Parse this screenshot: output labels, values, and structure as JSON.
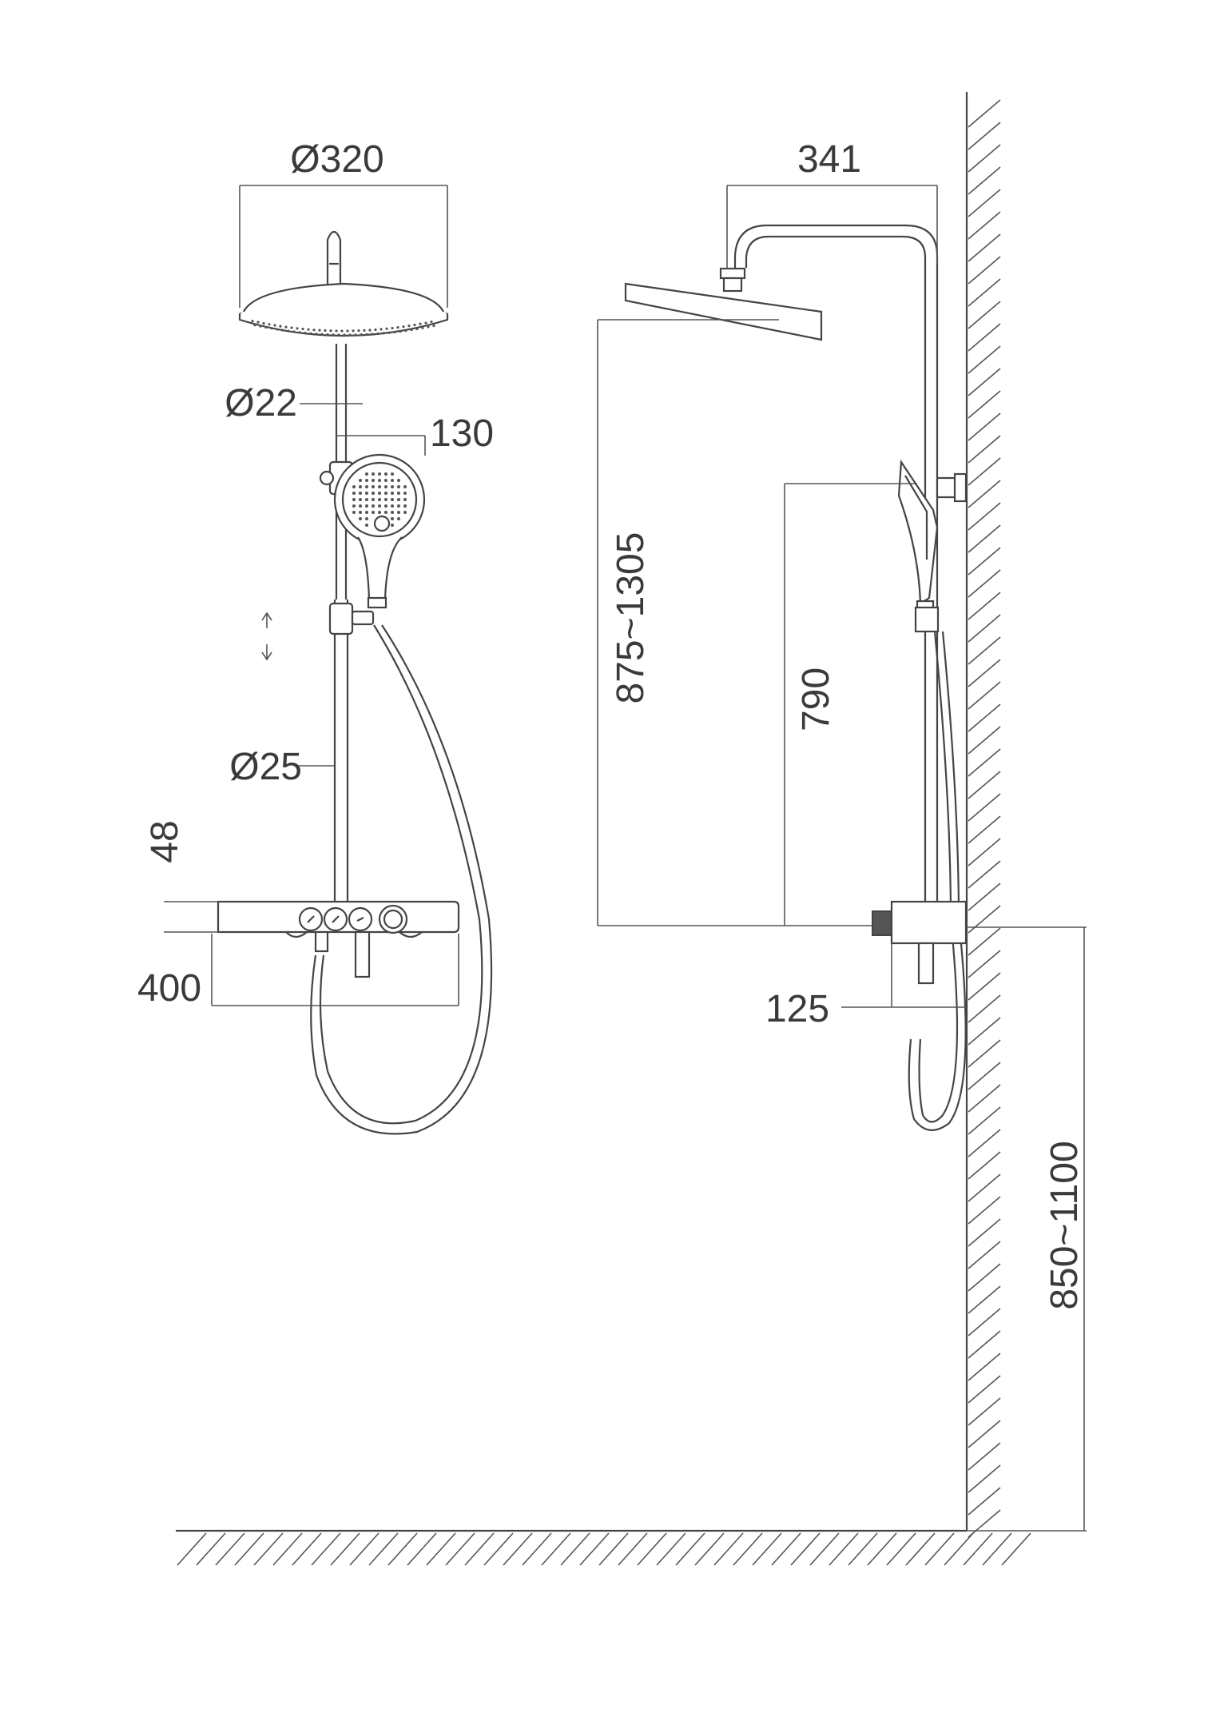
{
  "front_view": {
    "head_diameter": "Ø320",
    "upper_pipe_diameter": "Ø22",
    "hand_shower_width": "130",
    "lower_pipe_diameter": "Ø25",
    "shelf_height": "48",
    "shelf_width": "400"
  },
  "side_view": {
    "arm_reach": "341",
    "head_height_range": "875~1305",
    "handshower_height": "790",
    "shelf_depth": "125",
    "install_height_range": "850~1100"
  },
  "colors": {
    "line": "#444444",
    "dim": "#555555",
    "text": "#3a3a3a"
  }
}
